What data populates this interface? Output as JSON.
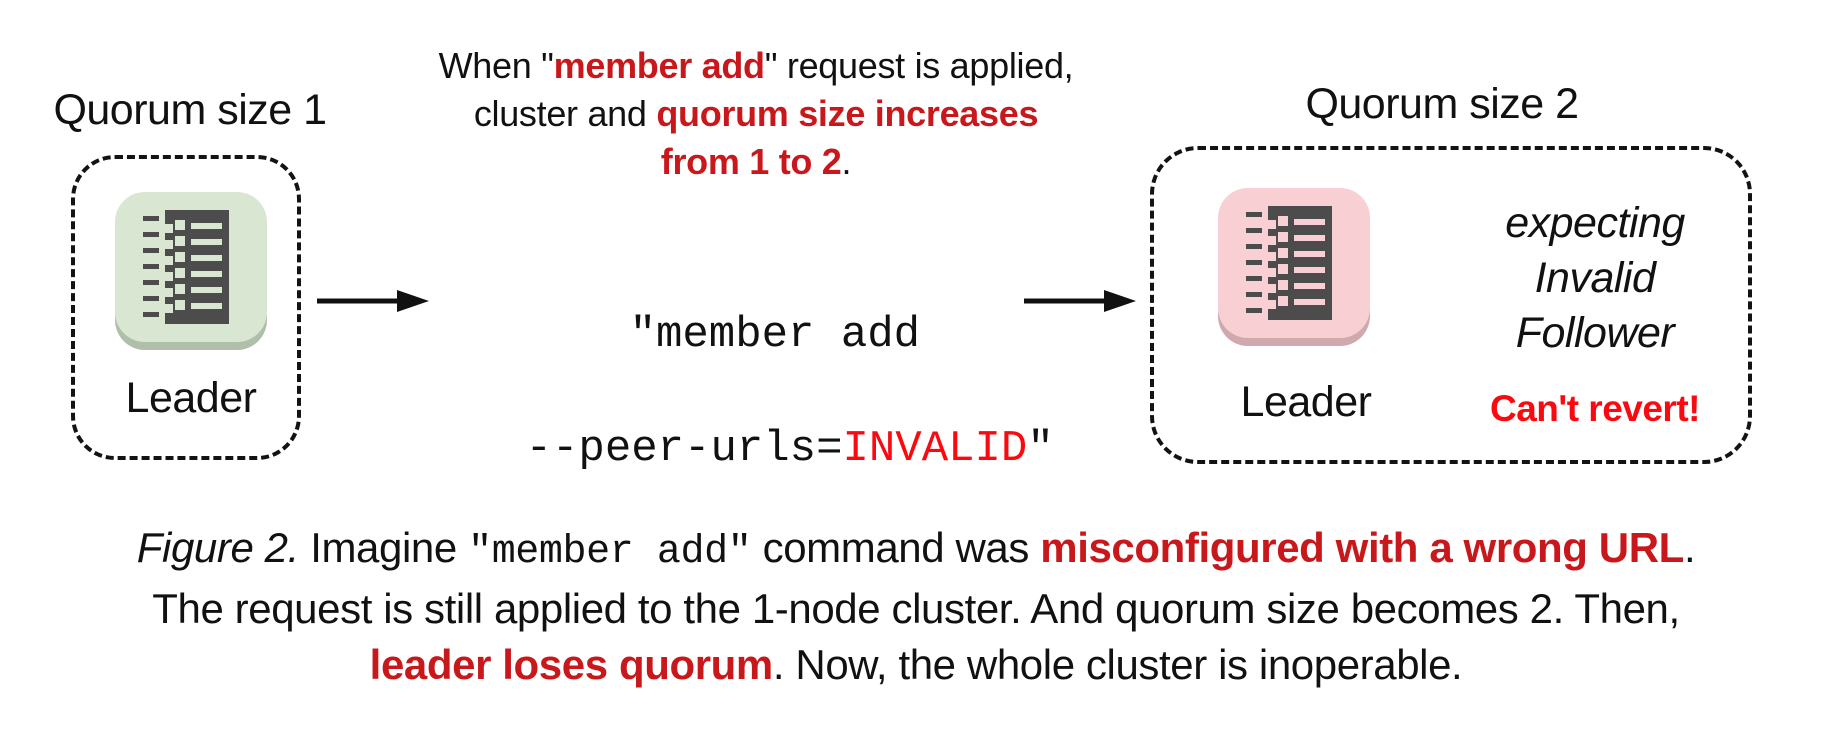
{
  "colors": {
    "dark_red": "#c9181c",
    "bright_red": "#fa0a10",
    "ink": "#111111",
    "icon_dark": "#4c4c4c",
    "green_bg": "#d9e7d2",
    "green_shadow": "#afbfaa",
    "pink_bg": "#f8cfd2",
    "pink_shadow": "#d0a9ae"
  },
  "left_cluster": {
    "title": "Quorum size 1",
    "node_label": "Leader"
  },
  "right_cluster": {
    "title": "Quorum size 2",
    "node_label": "Leader",
    "expect1": "expecting",
    "expect2": "Invalid",
    "expect3": "Follower",
    "warning": "Can't revert!"
  },
  "annotation": {
    "l1a": "When \"",
    "l1b": "member add",
    "l1c": "\" request is applied,",
    "l2a": "cluster and ",
    "l2b": "quorum size increases",
    "l3a": "from 1 to 2",
    "l3b": "."
  },
  "command": {
    "line1": "\"member add",
    "l2a": "--peer-urls=",
    "l2b": "INVALID",
    "l2c": "\""
  },
  "caption": {
    "figure_label": "Figure 2.",
    "c1a": " Imagine ",
    "c1_code": "\"member add\"",
    "c1b": " command was ",
    "c1_red": "misconfigured with a wrong URL",
    "c1c": ".",
    "line2": "The request is still applied to the 1-node cluster. And quorum size becomes 2. Then,",
    "c3_red": "leader loses quorum",
    "c3a": ". Now, the whole cluster is inoperable."
  }
}
